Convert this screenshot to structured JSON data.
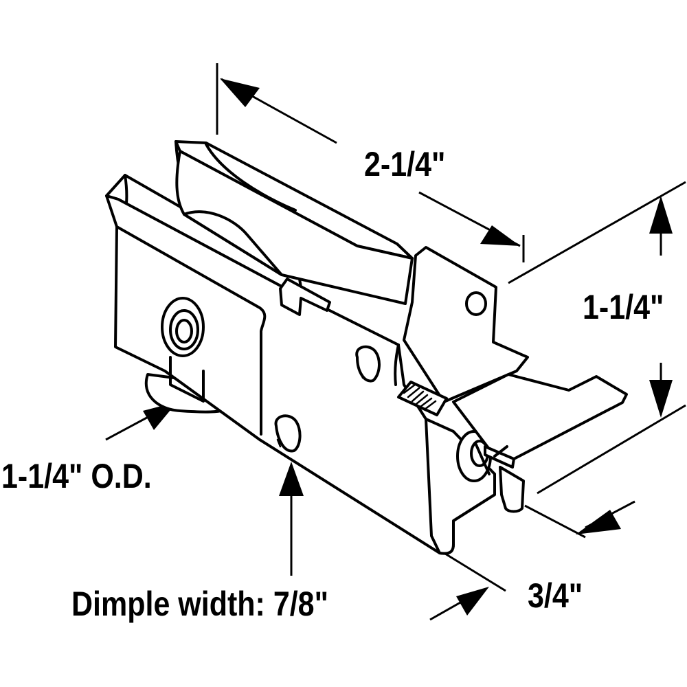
{
  "dimensions": {
    "length": "2-1/4\"",
    "height": "1-1/4\"",
    "wheel_od": "1-1/4\" O.D.",
    "width": "3/4\"",
    "dimple_width": "Dimple width: 7/8\""
  }
}
